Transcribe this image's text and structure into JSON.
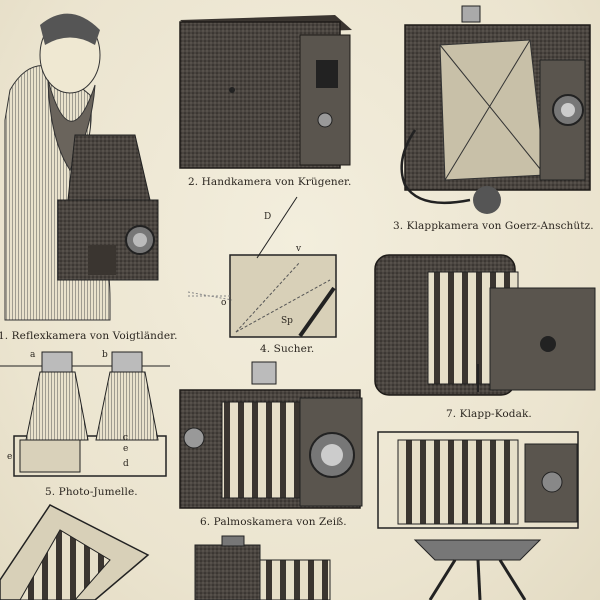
{
  "captions": {
    "c1": "1. Reflexkamera von Voigtländer.",
    "c2": "2. Handkamera von Krügener.",
    "c3": "3. Klappkamera von Goerz-Anschütz.",
    "c4": "4. Sucher.",
    "c5": "5. Photo-Jumelle.",
    "c6": "6. Palmoskamera von Zeiß.",
    "c7": "7. Klapp-Kodak."
  },
  "sucher_labels": {
    "d": "D",
    "v": "v",
    "sp": "Sp",
    "o": "o"
  },
  "jumelle_labels": {
    "a": "a",
    "b": "b",
    "c": "c",
    "d": "d",
    "e": "e",
    "e2": "e"
  }
}
